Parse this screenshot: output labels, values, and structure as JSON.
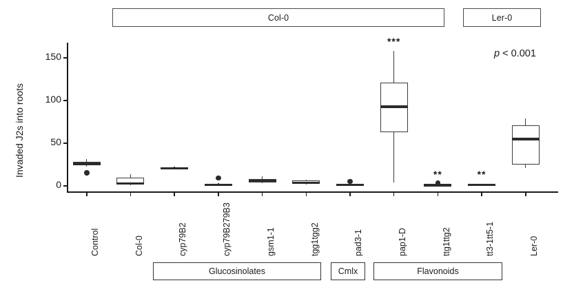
{
  "figure": {
    "ylabel": "Invaded J2s into roots",
    "pvalue_italic": "p",
    "pvalue_rest": " < 0.001"
  },
  "top_strips": [
    {
      "label": "Col-0"
    },
    {
      "label": "Ler-0"
    }
  ],
  "bottom_groups": [
    {
      "label": "Glucosinolates"
    },
    {
      "label": "Cmlx"
    },
    {
      "label": "Flavonoids"
    }
  ],
  "chart_data": {
    "type": "box",
    "title": "",
    "xlabel": "",
    "ylabel": "Invaded J2s into roots",
    "ylim": [
      -6,
      168
    ],
    "yticks": [
      0,
      50,
      100,
      150
    ],
    "ytick_labels": [
      "0",
      "50",
      "100",
      "150"
    ],
    "grid": false,
    "legend": "none",
    "annotations": [
      {
        "text": "p < 0.001",
        "position": "top-right"
      },
      {
        "text": "***",
        "category": "pap1-D"
      },
      {
        "text": "**",
        "category": "ttg1ttg2"
      },
      {
        "text": "**",
        "category": "tt3-1tt5-1"
      }
    ],
    "categories": [
      "Control",
      "Col-0",
      "cyp79B2",
      "cyp79B279B3",
      "gsm1-1",
      "tgg1tgg2",
      "pad3-1",
      "pap1-D",
      "ttg1ttg2",
      "tt3-1tt5-1",
      "Ler-0"
    ],
    "boxes": [
      {
        "category": "Control",
        "min": 22.0,
        "q1": 23.5,
        "median": 25.0,
        "q3": 27.5,
        "max": 31.0,
        "outliers": [
          14.5
        ],
        "sig": ""
      },
      {
        "category": "Col-0",
        "min": 0.5,
        "q1": 1.0,
        "median": 1.5,
        "q3": 8.5,
        "max": 13.0,
        "outliers": [],
        "sig": ""
      },
      {
        "category": "cyp79B2",
        "min": 18.5,
        "q1": 19.0,
        "median": 20.0,
        "q3": 21.0,
        "max": 21.5,
        "outliers": [],
        "sig": ""
      },
      {
        "category": "cyp79B279B3",
        "min": 0.5,
        "q1": 0.8,
        "median": 1.2,
        "q3": 1.8,
        "max": 2.2,
        "outliers": [
          8.5
        ],
        "sig": ""
      },
      {
        "category": "gsm1-1",
        "min": 2.5,
        "q1": 3.5,
        "median": 5.5,
        "q3": 7.5,
        "max": 10.5,
        "outliers": [],
        "sig": ""
      },
      {
        "category": "tgg1tgg2",
        "min": 1.0,
        "q1": 1.5,
        "median": 3.0,
        "q3": 5.5,
        "max": 6.5,
        "outliers": [],
        "sig": ""
      },
      {
        "category": "pad3-1",
        "min": 0.3,
        "q1": 0.5,
        "median": 0.9,
        "q3": 1.4,
        "max": 1.8,
        "outliers": [
          4.5
        ],
        "sig": ""
      },
      {
        "category": "pap1-D",
        "min": 3.0,
        "q1": 62.0,
        "median": 92.0,
        "q3": 120.0,
        "max": 157.0,
        "outliers": [],
        "sig": "***"
      },
      {
        "category": "ttg1ttg2",
        "min": 0.2,
        "q1": 0.4,
        "median": 0.7,
        "q3": 1.1,
        "max": 1.4,
        "outliers": [
          2.2
        ],
        "sig": "**"
      },
      {
        "category": "tt3-1tt5-1",
        "min": 0.3,
        "q1": 0.6,
        "median": 1.0,
        "q3": 1.5,
        "max": 1.9,
        "outliers": [],
        "sig": "**"
      },
      {
        "category": "Ler-0",
        "min": 20.0,
        "q1": 24.0,
        "median": 54.0,
        "q3": 70.0,
        "max": 78.0,
        "outliers": [],
        "sig": ""
      }
    ]
  }
}
